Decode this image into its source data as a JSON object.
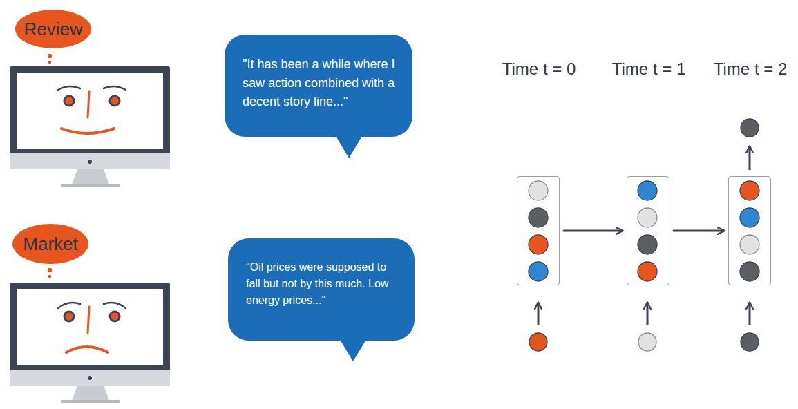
{
  "diagram": {
    "nodes": [
      {
        "text": [
          "Review"
        ]
      },
      {
        "text": [
          "\"It has been a while where I saw action combined with a decent story line...\""
        ]
      },
      {
        "text": [
          "Market"
        ]
      },
      {
        "text": [
          "\"Oil prices were supposed to fall but not by this much. Low energy prices...\""
        ]
      },
      {
        "text": [
          "Time t = 0"
        ]
      },
      {
        "text": [
          "Time t = 1"
        ]
      },
      {
        "text": [
          "Time t = 2"
        ]
      }
    ],
    "edges": [
      {
        "from": 4,
        "to": 5,
        "arrow": "to"
      },
      {
        "from": 5,
        "to": 6,
        "arrow": "to"
      }
    ]
  }
}
